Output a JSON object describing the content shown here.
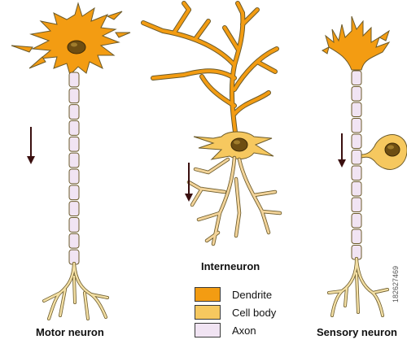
{
  "neurons": {
    "motor": {
      "label": "Motor neuron"
    },
    "inter": {
      "label": "Interneuron"
    },
    "sensory": {
      "label": "Sensory neuron"
    }
  },
  "legend": {
    "items": [
      {
        "label": "Dendrite",
        "color": "#f39c12"
      },
      {
        "label": "Cell body",
        "color": "#f6c85f"
      },
      {
        "label": "Axon",
        "color": "#f1e4f3"
      }
    ]
  },
  "colors": {
    "dendrite": "#f39c12",
    "dendrite_pale": "#f3d49a",
    "cell_body": "#f6c85f",
    "nucleus": "#6e4e12",
    "axon": "#f1e4f3",
    "terminal": "#f3dfa4",
    "outline": "#6b5a2a",
    "arrow": "#3a0f0f"
  },
  "watermark": "182627469"
}
